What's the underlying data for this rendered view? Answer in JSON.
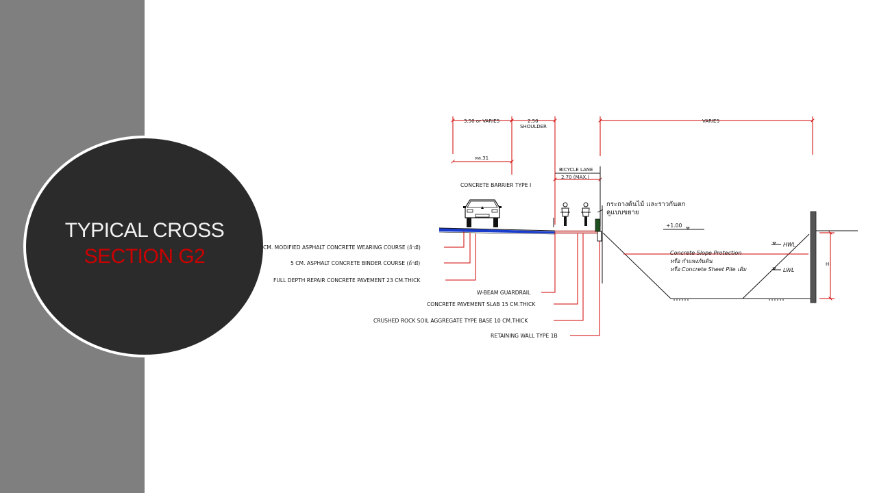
{
  "title": {
    "line1": "TYPICAL CROSS",
    "line2": "SECTION G2"
  },
  "colors": {
    "left_band": "#7f7f7f",
    "disc": "#2b2b2b",
    "title_text": "#f2f2f2",
    "title_accent": "#cc0000",
    "dimension_lines": "#d00000",
    "road_surface": "#1a3ccc",
    "bike_lane": "#e8a0a0"
  },
  "drawing": {
    "dimensions": {
      "lane_width": "3.50 or VARIES",
      "shoulder_width": "2.50",
      "shoulder_label": "SHOULDER",
      "varies": "VARIES",
      "road_name": "ทล.31",
      "bicycle_lane": "BICYCLE LANE",
      "bicycle_lane_width": "2.70 (MAX.)"
    },
    "labels": {
      "barrier": "CONCRETE BARRIER TYPE I",
      "planter_line1": "กระถางต้นไม้ และราวกันตก",
      "planter_line2": "คูแบบขยาย",
      "level": "+1.00",
      "slope_line1": "Concrete Slope Protection",
      "slope_line2": "หรือ กำแพงกันดิน",
      "slope_line3": "หรือ Concrete Sheet Pile เดิม",
      "hwl": "HWL",
      "lwl": "LWL",
      "height_mark": "H"
    },
    "callouts": {
      "wearing_course": "CM. MODIFIED ASPHALT CONCRETE WEARING COURSE (ถ้ามี)",
      "binder_course": "5 CM. ASPHALT CONCRETE BINDER COURSE (ถ้ามี)",
      "full_depth": "FULL DEPTH REPAIR CONCRETE PAVEMENT 23 CM.THICK",
      "guardrail": "W-BEAM GUARDRAIL",
      "slab": "CONCRETE PAVEMENT SLAB 15 CM.THICK",
      "base": "CRUSHED ROCK SOIL AGGREGATE TYPE BASE 10 CM.THICK",
      "retaining_wall": "RETAINING WALL TYPE 1B"
    }
  }
}
